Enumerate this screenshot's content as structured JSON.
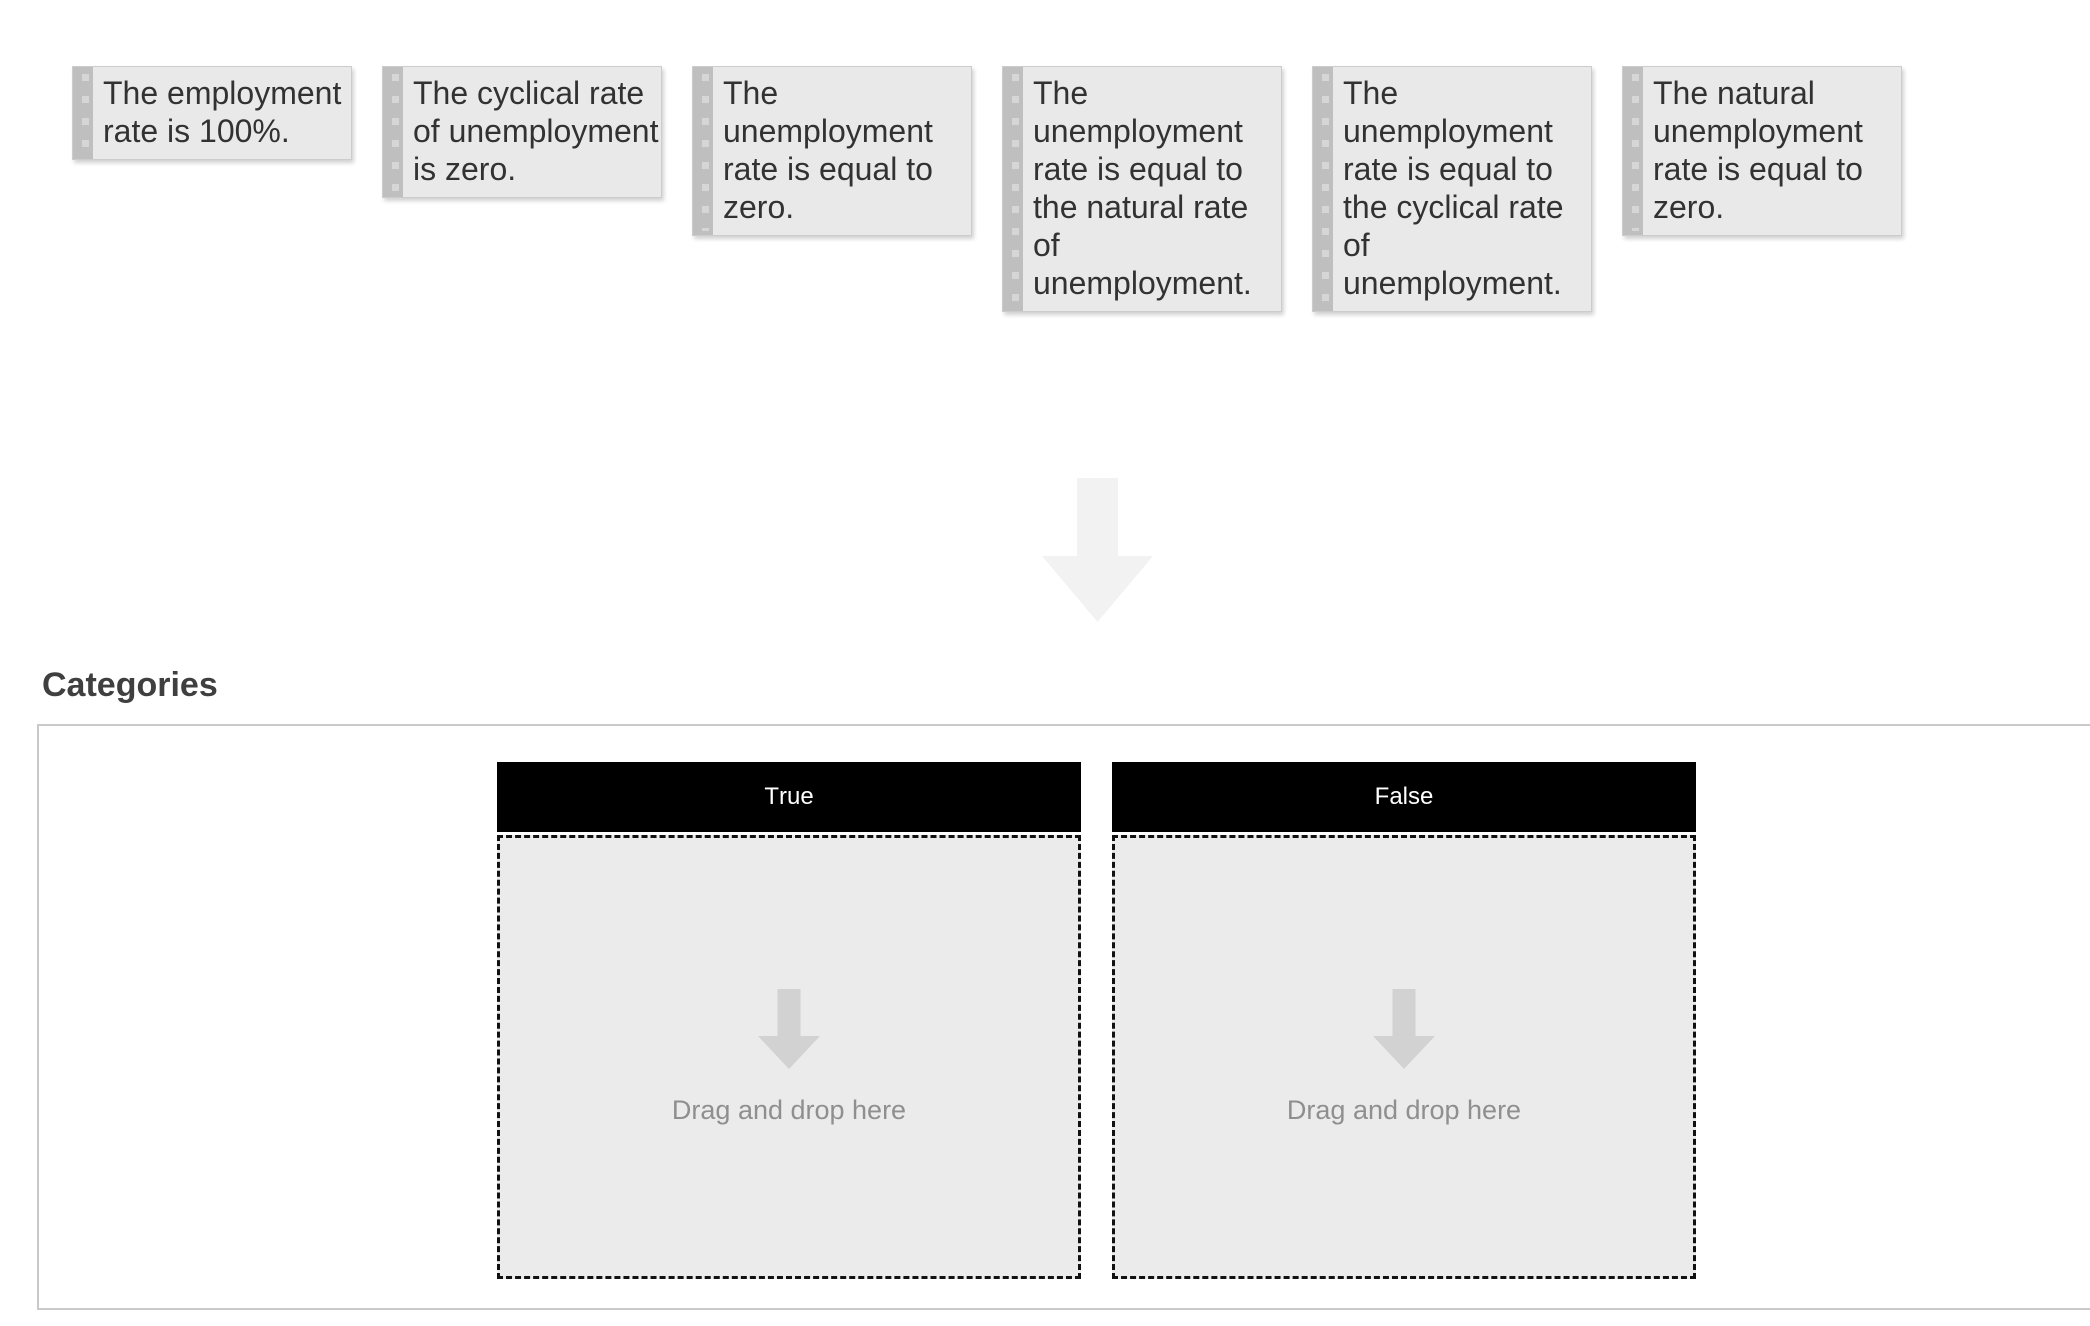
{
  "cards": [
    {
      "text": "The employment\nrate is 100%."
    },
    {
      "text": "The cyclical rate\nof unemployment\nis zero."
    },
    {
      "text": "The\nunemployment\nrate is equal to\nzero."
    },
    {
      "text": "The\nunemployment\nrate is equal to\nthe natural rate\nof\nunemployment."
    },
    {
      "text": "The\nunemployment\nrate is equal to\nthe cyclical rate\nof\nunemployment."
    },
    {
      "text": "The natural\nunemployment\nrate is equal to\nzero."
    }
  ],
  "section": {
    "heading": "Categories"
  },
  "bins": [
    {
      "label": "True",
      "placeholder": "Drag and drop here"
    },
    {
      "label": "False",
      "placeholder": "Drag and drop here"
    }
  ],
  "icons": {
    "card_handle": "drag-handle-icon",
    "page_arrow": "down-arrow-icon",
    "dropzone_arrow": "down-arrow-icon"
  },
  "colors": {
    "card_bg": "#e9e9e9",
    "card_handle": "#bfbfbf",
    "card_handle_dots": "#d6d6d6",
    "card_border": "#cccccc",
    "card_text": "#323232",
    "bin_header_bg": "#000000",
    "bin_header_text": "#ffffff",
    "dropzone_bg": "#ebebeb",
    "dropzone_border": "#111111",
    "placeholder_text": "#8f8f8f",
    "placeholder_arrow": "#d2d2d2",
    "page_arrow": "#f2f2f2",
    "panel_border": "#c9c9c9",
    "heading_text": "#3f3f3f"
  }
}
